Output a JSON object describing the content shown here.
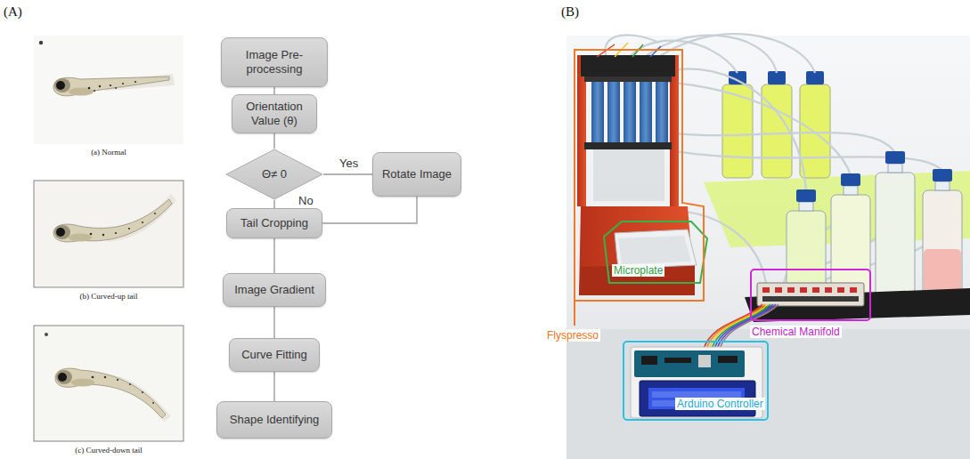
{
  "diagram": {
    "nodes": [
      {
        "text": [
          "Image Pre-processing"
        ]
      },
      {
        "text": [
          "Orientation Value (θ)"
        ]
      },
      {
        "text": [
          "Θ≠ 0"
        ]
      },
      {
        "text": [
          "Rotate Image"
        ]
      },
      {
        "text": [
          "Tail Cropping"
        ]
      },
      {
        "text": [
          "Image Gradient"
        ]
      },
      {
        "text": [
          "Curve Fitting"
        ]
      },
      {
        "text": [
          "Shape Identifying"
        ]
      }
    ],
    "edges": [
      {
        "from": 0,
        "to": 1,
        "arrow": "none"
      },
      {
        "from": 1,
        "to": 2,
        "arrow": "none"
      },
      {
        "from": 2,
        "to": 3,
        "label": "Yes",
        "arrow": "none"
      },
      {
        "from": 2,
        "to": 4,
        "label": "No",
        "arrow": "none"
      },
      {
        "from": 3,
        "to": 4,
        "arrow": "none"
      },
      {
        "from": 4,
        "to": 5,
        "arrow": "none"
      },
      {
        "from": 5,
        "to": 6,
        "arrow": "none"
      },
      {
        "from": 6,
        "to": 7,
        "arrow": "none"
      }
    ],
    "labels": [
      "(A)",
      "(B)",
      "(a) Normal",
      "(b) Curved-up tail",
      "(c) Curved-down tail",
      "Microplate",
      "Flyspresso",
      "Chemical Manifold",
      "Arduino Controller"
    ]
  }
}
